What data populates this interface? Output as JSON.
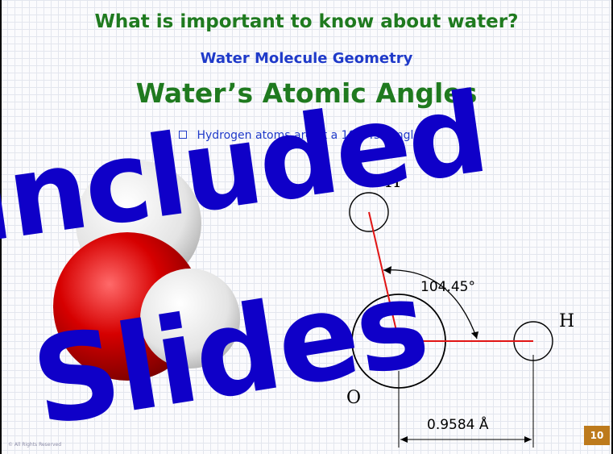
{
  "slide": {
    "title": "What is important to know about water?",
    "subtitle": "Water Molecule Geometry",
    "heading": "Water’s Atomic Angles",
    "bullet": {
      "text_before": "Hydrogen atoms are at a 104.45",
      "superscript": "o",
      "text_after": " angle"
    },
    "page_number": "10",
    "copyright": "© All Rights Reserved"
  },
  "diagram": {
    "atom_h_top": "H",
    "atom_h_right": "H",
    "atom_o": "O",
    "angle_label": "104.45°",
    "bond_length_label": "0.9584 Å"
  },
  "watermark": {
    "line1": "Included",
    "line2": "Slides",
    "color": "#0f00c8"
  },
  "colors": {
    "title_green": "#1f7a1f",
    "subtitle_blue": "#1f3ac9",
    "bond_red": "#e11414",
    "badge": "#bd7a1c"
  }
}
